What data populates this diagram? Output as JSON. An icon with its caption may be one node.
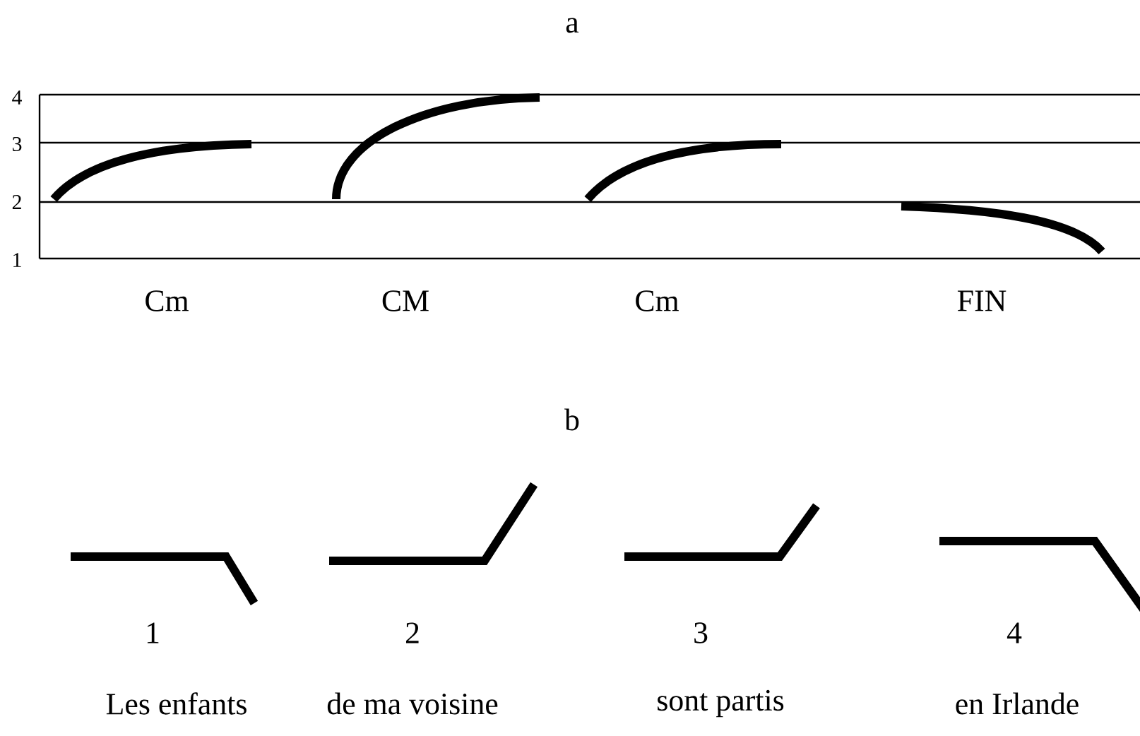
{
  "diagram": {
    "labels": [
      "a",
      "4",
      "3",
      "2",
      "1",
      "Cm",
      "CM",
      "Cm",
      "FIN",
      "b",
      "1",
      "2",
      "3",
      "4",
      "Les enfants",
      "de ma voisine",
      "sont partis",
      "en Irlande"
    ]
  }
}
